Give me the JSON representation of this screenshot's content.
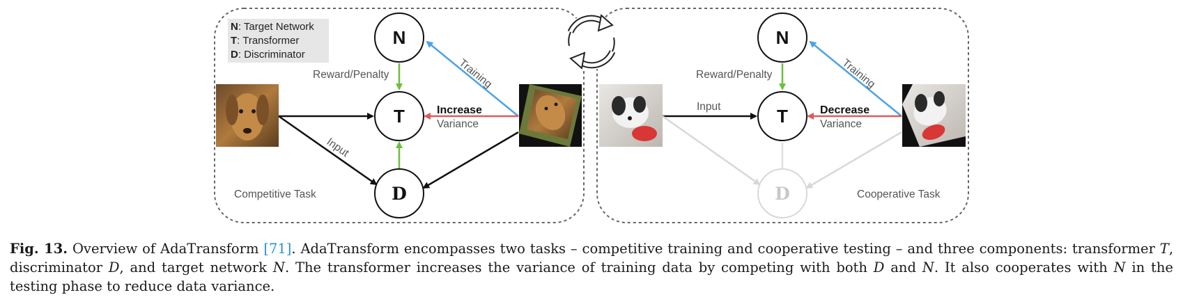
{
  "legend": {
    "n_key": "N",
    "n_text": ": Target Network",
    "t_key": "T",
    "t_text": ": Transformer",
    "d_key": "D",
    "d_text": ": Discriminator"
  },
  "left_panel": {
    "node_n": "N",
    "node_t": "T",
    "node_d": "D",
    "reward_label": "Reward/Penalty",
    "training_label": "Training",
    "input_label": "Input",
    "action_bold": "Increase",
    "action_rest": "Variance",
    "task_label": "Competitive Task"
  },
  "right_panel": {
    "node_n": "N",
    "node_t": "T",
    "node_d": "D",
    "reward_label": "Reward/Penalty",
    "training_label": "Training",
    "input_label": "Input",
    "action_bold": "Decrease",
    "action_rest": "Variance",
    "task_label": "Cooperative Task"
  },
  "colors": {
    "green_arrow": "#6cbf3f",
    "blue_arrow": "#4aa3e8",
    "red_arrow": "#e05a5a",
    "faded": "#d8d8d8"
  },
  "caption": {
    "label": "Fig. 13.",
    "part1": " Overview of AdaTransform ",
    "citation": "[71]",
    "part2": ". AdaTransform encompasses two tasks – competitive training and cooperative testing – and three components: transformer ",
    "t": "T",
    "part3": ", discriminator ",
    "d": "D",
    "part4": ", and target network ",
    "n": "N",
    "part5": ". The transformer increases the variance of training data by competing with both ",
    "d2": "D",
    "part6": " and ",
    "n2": "N",
    "part7": ". It also cooperates with ",
    "n3": "N",
    "part8": " in the testing phase to reduce data variance."
  }
}
